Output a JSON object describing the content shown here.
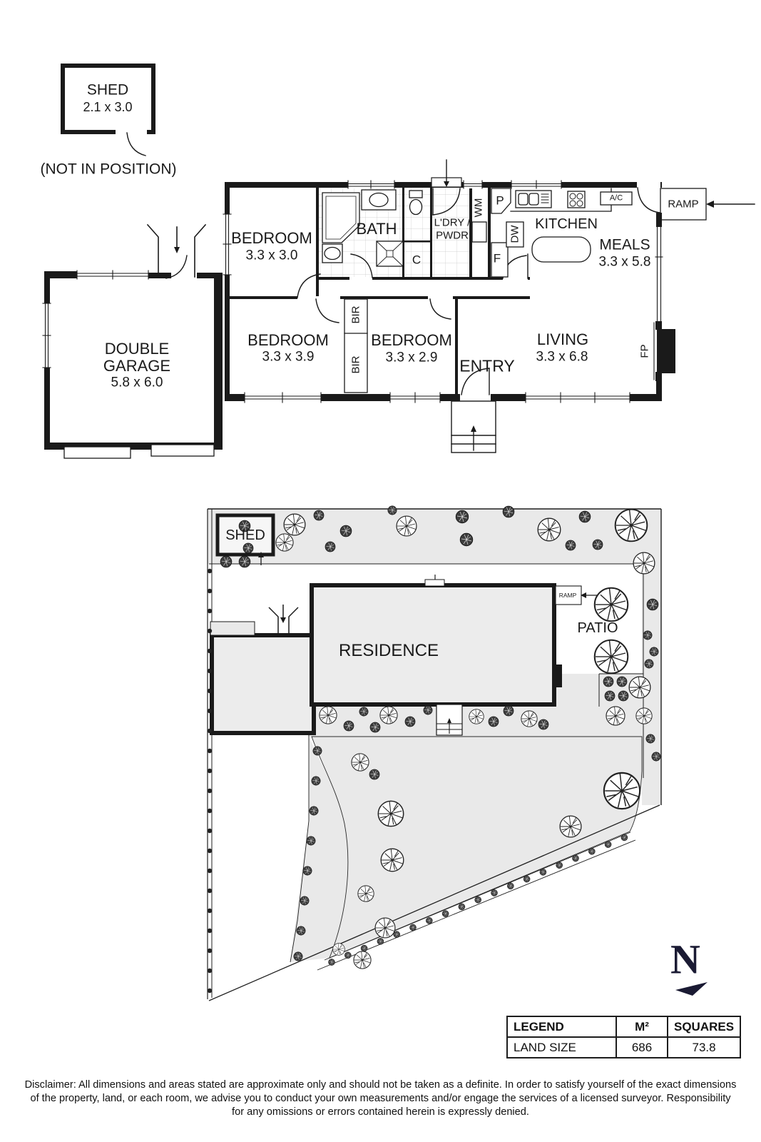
{
  "floor_plan": {
    "shed": {
      "label": "SHED",
      "dims": "2.1 x 3.0",
      "note": "(NOT IN POSITION)"
    },
    "bedroom1": {
      "label": "BEDROOM",
      "dims": "3.3 x 3.0"
    },
    "bath": {
      "label": "BATH"
    },
    "ldry": {
      "line1": "L'DRY /",
      "line2": "PWDR"
    },
    "closet": {
      "label": "C"
    },
    "wm": {
      "label": "WM"
    },
    "pantry": {
      "label": "P"
    },
    "kitchen": {
      "label": "KITCHEN"
    },
    "dw": {
      "label": "DW"
    },
    "fridge": {
      "label": "F"
    },
    "ac": {
      "label": "A/C"
    },
    "meals": {
      "label": "MEALS",
      "dims": "3.3 x 5.8"
    },
    "ramp": {
      "label": "RAMP"
    },
    "garage": {
      "line1": "DOUBLE",
      "line2": "GARAGE",
      "dims": "5.8 x 6.0"
    },
    "bedroom2": {
      "label": "BEDROOM",
      "dims": "3.3 x 3.9"
    },
    "bir_top": {
      "label": "BIR"
    },
    "bir_bottom": {
      "label": "BIR"
    },
    "bedroom3": {
      "label": "BEDROOM",
      "dims": "3.3 x 2.9"
    },
    "entry": {
      "label": "ENTRY"
    },
    "living": {
      "label": "LIVING",
      "dims": "3.3 x 6.8"
    },
    "fp": {
      "label": "FP"
    }
  },
  "site_plan": {
    "shed": {
      "label": "SHED"
    },
    "residence": {
      "label": "RESIDENCE"
    },
    "patio": {
      "label": "PATIO"
    },
    "ramp": {
      "label": "RAMP"
    },
    "north": {
      "label": "N"
    }
  },
  "legend": {
    "headers": [
      "LEGEND",
      "M²",
      "SQUARES"
    ],
    "row": {
      "name": "LAND SIZE",
      "m2": "686",
      "squares": "73.8"
    }
  },
  "disclaimer": {
    "line1": "Disclaimer: All dimensions and areas stated are approximate only and should not be taken as a definite. In order to satisfy yourself of the exact dimensions",
    "line2": "of the property, land, or each room, we advise you to conduct your own measurements and/or engage the services of a licensed surveyor. Responsibility",
    "line3": "for any omissions or errors contained herein is expressly denied."
  },
  "colors": {
    "wall": "#1a1a1a",
    "ground": "#e9e9e9",
    "north": "#1a1a33"
  }
}
